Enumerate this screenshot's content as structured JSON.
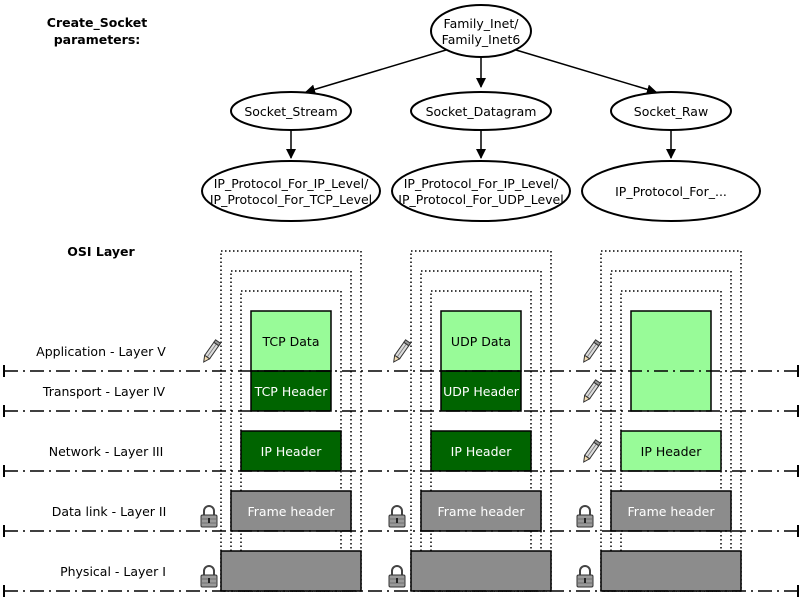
{
  "headings": {
    "create_socket_line1": "Create_Socket",
    "create_socket_line2": "parameters:",
    "osi_layer": "OSI Layer"
  },
  "family_node": {
    "line1": "Family_Inet/",
    "line2": "Family_Inet6"
  },
  "socket_types": [
    {
      "label": "Socket_Stream"
    },
    {
      "label": "Socket_Datagram"
    },
    {
      "label": "Socket_Raw"
    }
  ],
  "protocols": [
    {
      "line1": "IP_Protocol_For_IP_Level/",
      "line2": "IP_Protocol_For_TCP_Level"
    },
    {
      "line1": "IP_Protocol_For_IP_Level/",
      "line2": "IP_Protocol_For_UDP_Level"
    },
    {
      "line1": "IP_Protocol_For_...",
      "line2": ""
    }
  ],
  "layers": [
    {
      "label": "Application - Layer V"
    },
    {
      "label": "Transport - Layer IV"
    },
    {
      "label": "Network - Layer III"
    },
    {
      "label": "Data link - Layer II"
    },
    {
      "label": "Physical - Layer I"
    }
  ],
  "stacks": [
    {
      "top": "TCP Data",
      "transport": "TCP Header",
      "network": "IP Header",
      "frame": "Frame header"
    },
    {
      "top": "UDP Data",
      "transport": "UDP Header",
      "network": "IP Header",
      "frame": "Frame header"
    },
    {
      "top": "",
      "transport": "",
      "network": "IP Header",
      "frame": "Frame header"
    }
  ],
  "icons": {
    "writable": "pencil-icon",
    "locked": "padlock-icon"
  },
  "colors": {
    "light_green": "#98fb98",
    "dark_green": "#006400",
    "gray": "#8c8c8c"
  }
}
